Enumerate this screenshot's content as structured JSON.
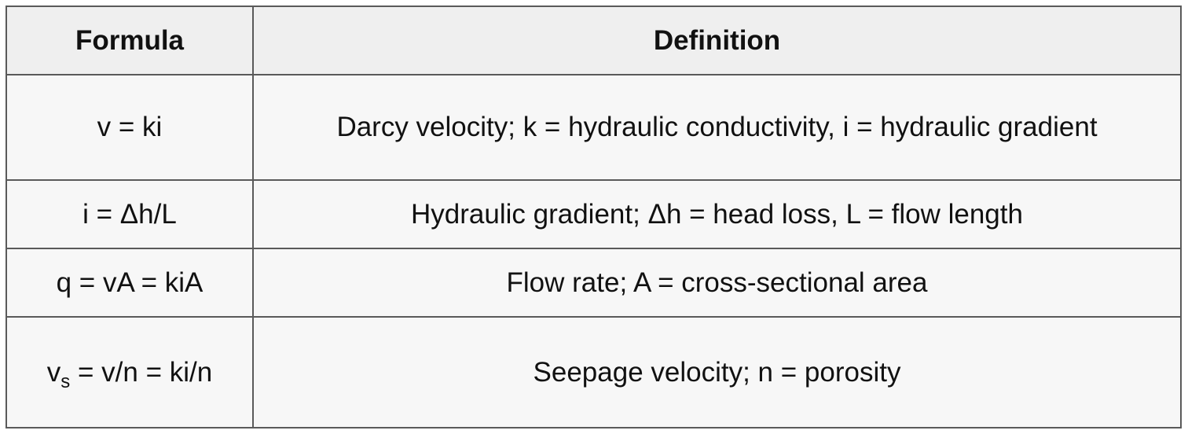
{
  "table": {
    "headers": [
      "Formula",
      "Definition"
    ],
    "rows": [
      {
        "formula": "v = ki",
        "definition": "Darcy velocity; k = hydraulic conductivity, i = hydraulic gradient"
      },
      {
        "formula": "i = Δh/L",
        "definition": "Hydraulic gradient; Δh = head loss, L = flow length"
      },
      {
        "formula": "q = vA = kiA",
        "definition": "Flow rate; A = cross-sectional area"
      },
      {
        "formula_base": "v",
        "formula_sub": "s",
        "formula_rest": " = v/n = ki/n",
        "definition": "Seepage velocity; n = porosity"
      }
    ]
  }
}
